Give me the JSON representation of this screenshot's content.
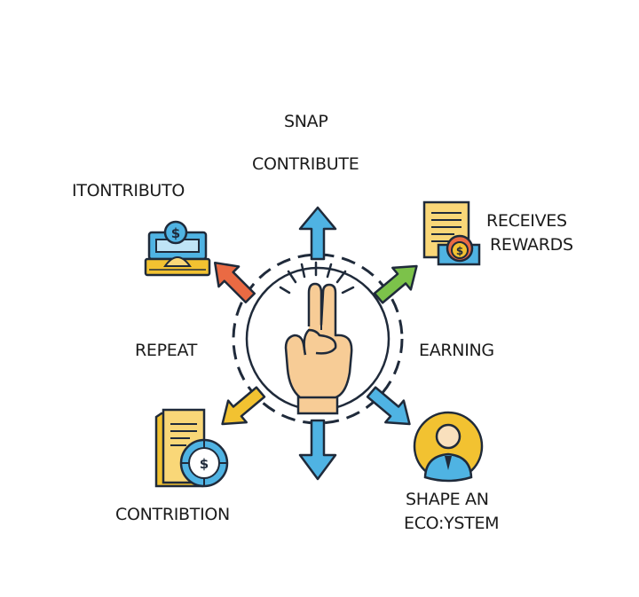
{
  "labels": {
    "top_title": "SNAP",
    "top_subtitle": "CONTRIBUTE",
    "top_left": "ITONTRIBUTO",
    "top_right_line1": "RECEIVES",
    "top_right_line2": "REWARDS",
    "left": "REPEAT",
    "right": "EARNING",
    "bottom_left": "CONTRIBTION",
    "bottom_right_line1": "SHAPE AN",
    "bottom_right_line2": "ECO:YSTEM"
  },
  "icons": {
    "center": "hand-two-fingers-icon",
    "top_left": "cash-register-icon",
    "top_right": "reward-certificate-icon",
    "bottom_left": "document-coin-icon",
    "bottom_right": "person-avatar-icon"
  },
  "colors": {
    "outline": "#1f2a3a",
    "blue": "#4fb3e3",
    "blue_dark": "#2f7fb8",
    "orange": "#ea6a43",
    "green": "#7cc24a",
    "yellow": "#f2c231",
    "skin": "#f7cc96",
    "paper": "#f9d778"
  }
}
